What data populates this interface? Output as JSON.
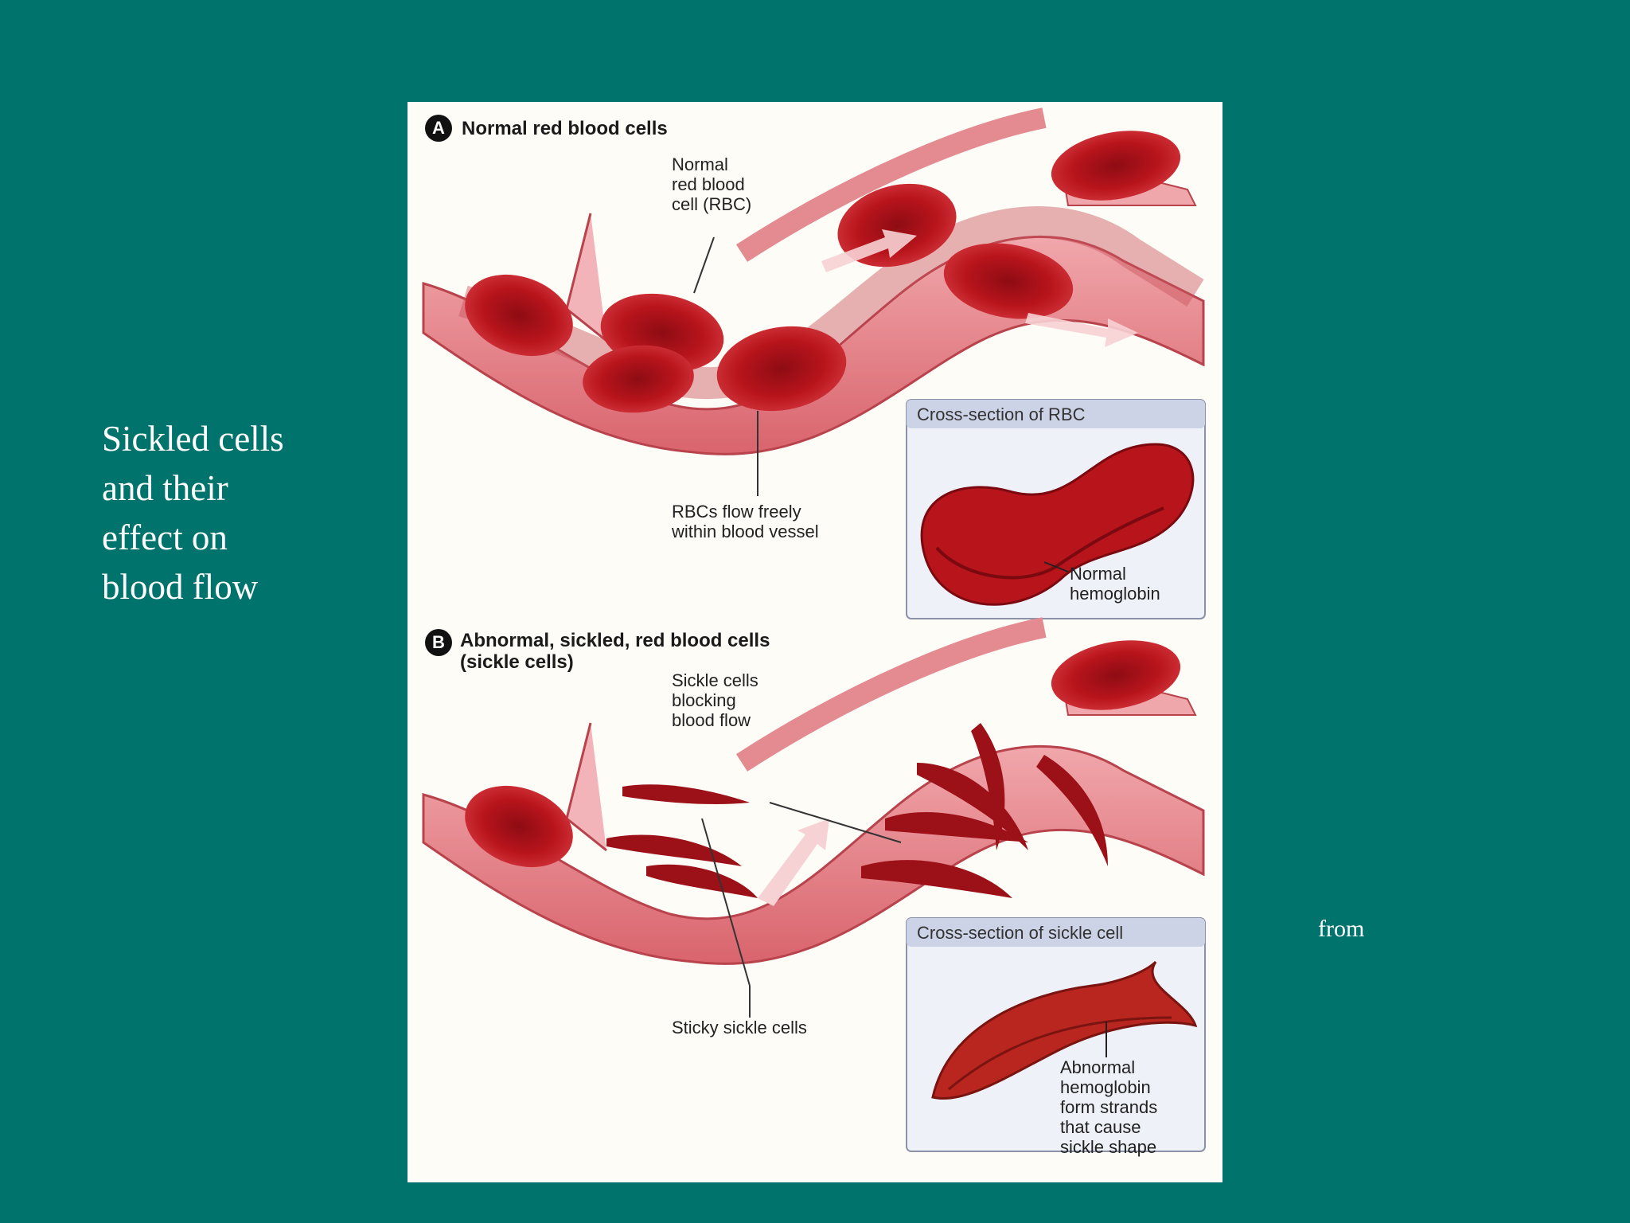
{
  "slide": {
    "title_lines": [
      "Sickled cells",
      "and their",
      "effect on",
      "blood flow"
    ],
    "source_note": "from"
  },
  "figure": {
    "section_a": {
      "badge": "A",
      "heading": "Normal red blood cells",
      "rbc_label": [
        "Normal",
        "red blood",
        "cell (RBC)"
      ],
      "flow_label": [
        "RBCs flow freely",
        "within blood vessel"
      ],
      "inset_title": "Cross-section of RBC",
      "inset_label": [
        "Normal",
        "hemoglobin"
      ]
    },
    "section_b": {
      "badge": "B",
      "heading": [
        "Abnormal, sickled, red blood cells",
        "(sickle cells)"
      ],
      "blocking_label": [
        "Sickle cells",
        "blocking",
        "blood flow"
      ],
      "sticky_label": "Sticky sickle cells",
      "inset_title": "Cross-section of sickle cell",
      "inset_label": [
        "Abnormal",
        "hemoglobin",
        "form strands",
        "that cause",
        "sickle shape"
      ]
    }
  },
  "colors": {
    "background": "#00736c",
    "vessel": "#e07a82",
    "vessel_inner": "#c9545e",
    "cell": "#b8141c"
  }
}
